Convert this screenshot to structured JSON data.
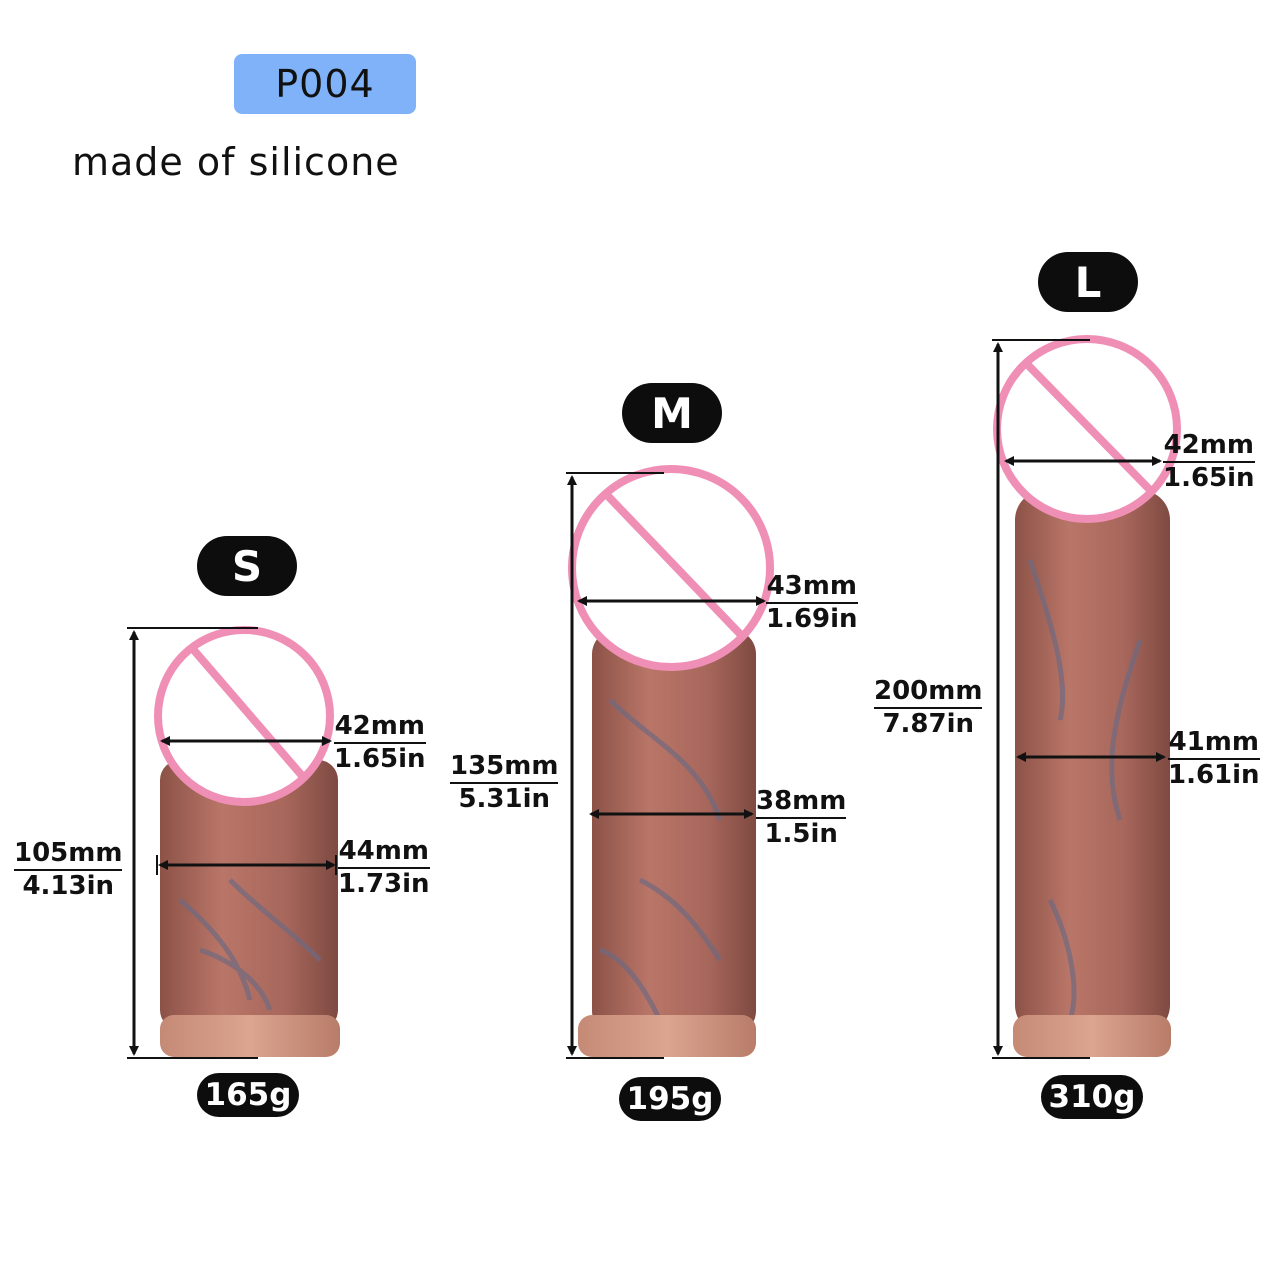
{
  "product_code": "P004",
  "material": "made of silicone",
  "sizes": [
    {
      "label": "S",
      "length_mm": "105mm",
      "length_in": "4.13in",
      "tip_mm": "42mm",
      "tip_in": "1.65in",
      "shaft_mm": "44mm",
      "shaft_in": "1.73in",
      "weight": "165g"
    },
    {
      "label": "M",
      "length_mm": "135mm",
      "length_in": "5.31in",
      "tip_mm": "43mm",
      "tip_in": "1.69in",
      "shaft_mm": "38mm",
      "shaft_in": "1.5in",
      "weight": "195g"
    },
    {
      "label": "L",
      "length_mm": "200mm",
      "length_in": "7.87in",
      "tip_mm": "42mm",
      "tip_in": "1.65in",
      "shaft_mm": "41mm",
      "shaft_in": "1.61in",
      "weight": "310g"
    }
  ],
  "colors": {
    "badge": "#7fb2f8",
    "censor": "#f08fb5",
    "pill": "#0d0d0d",
    "product": "#a8675c"
  },
  "icons": [
    "censor-circle-icon",
    "dimension-arrow-icon"
  ]
}
